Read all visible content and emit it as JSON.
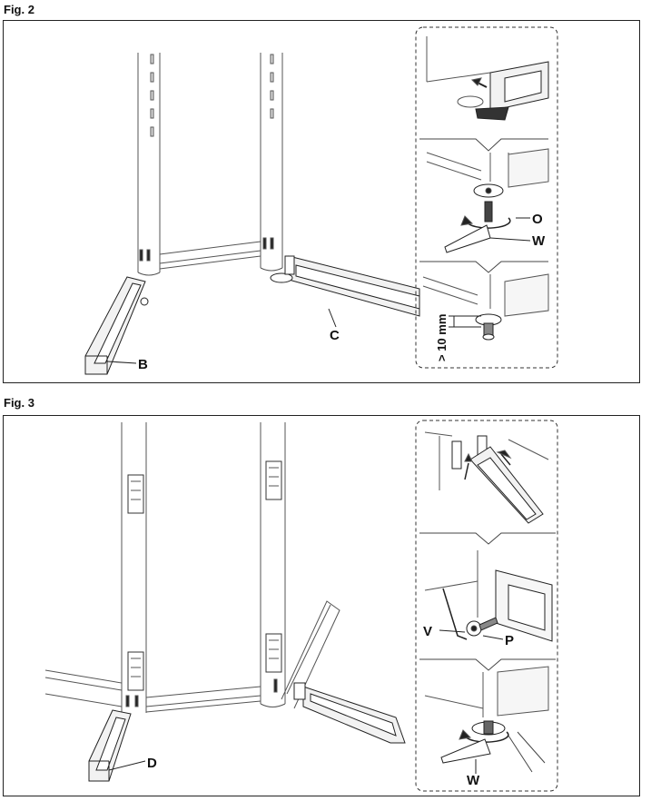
{
  "fig2": {
    "title": "Fig. 2",
    "callouts": {
      "b": "B",
      "c": "C",
      "o": "O",
      "w": "W",
      "gap": "> 10 mm"
    }
  },
  "fig3": {
    "title": "Fig. 3",
    "callouts": {
      "d": "D",
      "v": "V",
      "p": "P",
      "w": "W"
    }
  }
}
